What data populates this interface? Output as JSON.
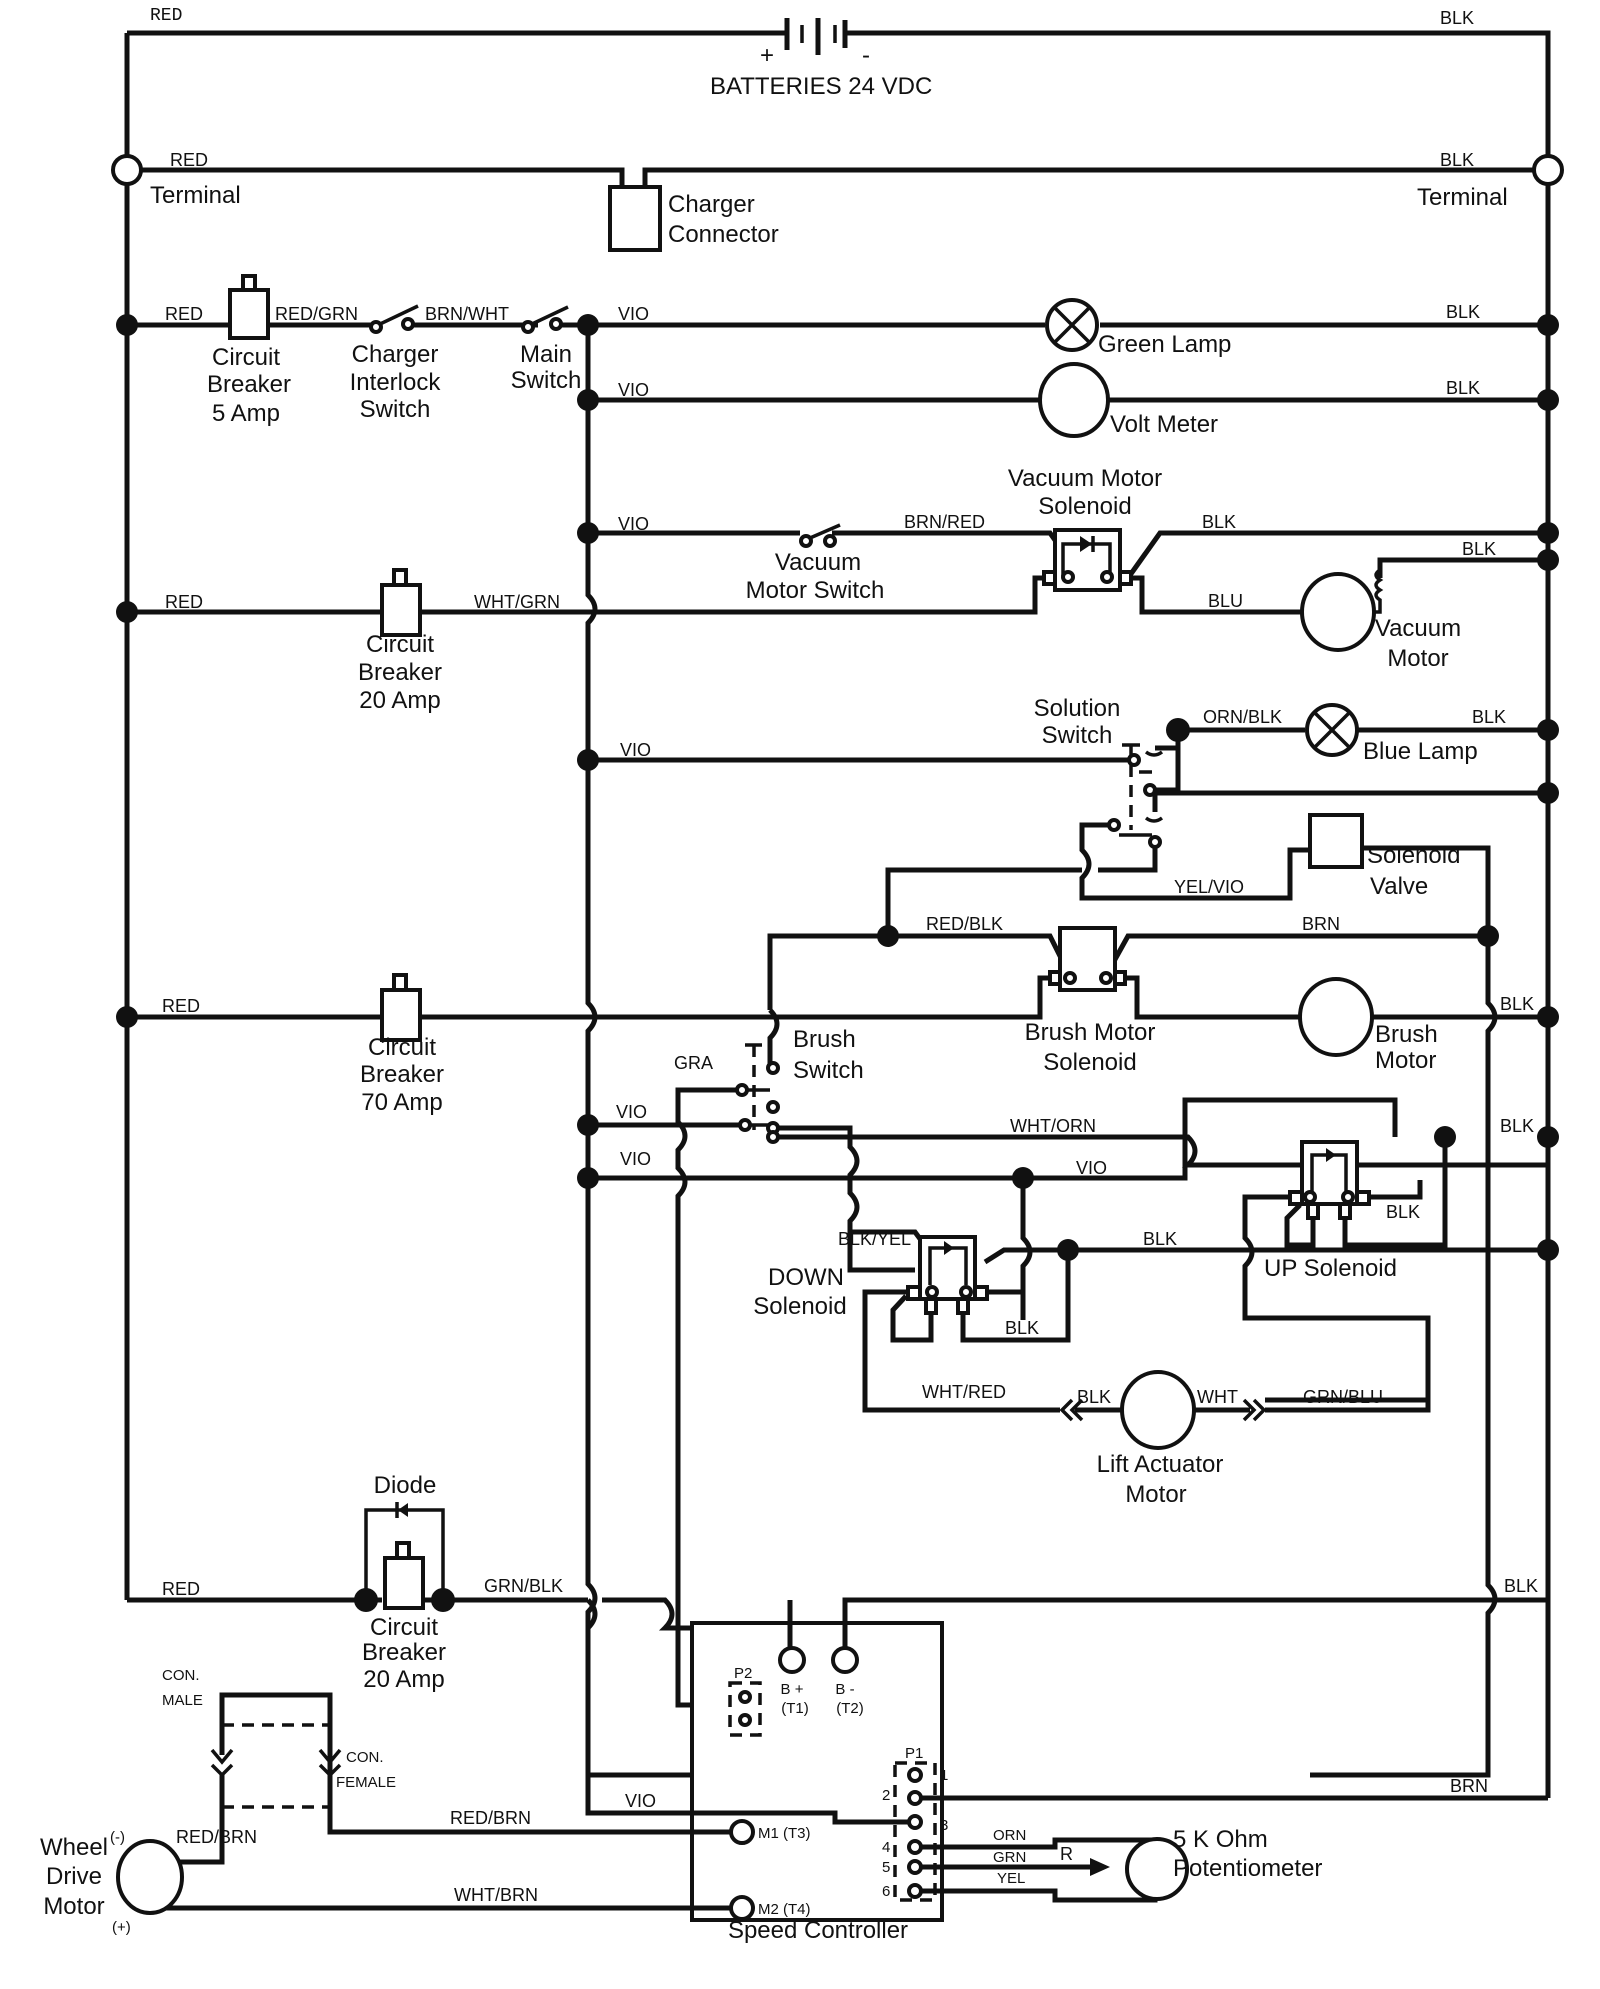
{
  "diagram": {
    "title": "Wiring Schematic",
    "battery": {
      "label": "BATTERIES 24 VDC",
      "plus": "+",
      "minus": "-"
    },
    "terminals": {
      "left": "Terminal",
      "right": "Terminal"
    },
    "charger_connector": [
      "Charger",
      "Connector"
    ],
    "components": {
      "cb5": [
        "Circuit",
        "Breaker",
        "5 Amp"
      ],
      "charger_interlock": [
        "Charger",
        "Interlock",
        "Switch"
      ],
      "main_switch": [
        "Main",
        "Switch"
      ],
      "green_lamp": "Green Lamp",
      "volt_meter": "Volt Meter",
      "vac_solenoid": [
        "Vacuum Motor",
        "Solenoid"
      ],
      "vac_switch": [
        "Vacuum",
        "Motor Switch"
      ],
      "vac_motor": [
        "Vacuum",
        "Motor"
      ],
      "cb20a": [
        "Circuit",
        "Breaker",
        "20 Amp"
      ],
      "solution_switch": [
        "Solution",
        "Switch"
      ],
      "blue_lamp": "Blue Lamp",
      "solenoid_valve": [
        "Solenoid",
        "Valve"
      ],
      "brush_solenoid": [
        "Brush Motor",
        "Solenoid"
      ],
      "brush_motor": [
        "Brush",
        "Motor"
      ],
      "cb70": [
        "Circuit",
        "Breaker",
        "70 Amp"
      ],
      "brush_switch": [
        "Brush",
        "Switch"
      ],
      "down_solenoid": [
        "DOWN",
        "Solenoid"
      ],
      "up_solenoid": "UP Solenoid",
      "lift_motor": [
        "Lift Actuator",
        "Motor"
      ],
      "diode": "Diode",
      "cb20b": [
        "Circuit",
        "Breaker",
        "20 Amp"
      ],
      "con_male": [
        "CON.",
        "MALE"
      ],
      "con_female": [
        "CON.",
        "FEMALE"
      ],
      "wheel_motor": [
        "Wheel",
        "Drive",
        "Motor"
      ],
      "wheel_minus": "(-)",
      "wheel_plus": "(+)",
      "speed_controller": "Speed Controller",
      "pot": [
        "5 K Ohm",
        "Potentiometer"
      ],
      "pot_r": "R"
    },
    "controller": {
      "p2": "P2",
      "p1": "P1",
      "b_plus": [
        "B +",
        "(T1)"
      ],
      "b_minus": [
        "B -",
        "(T2)"
      ],
      "m1": "M1 (T3)",
      "m2": "M2 (T4)",
      "pins": [
        "1",
        "2",
        "3",
        "4",
        "5",
        "6"
      ]
    },
    "wires": {
      "top_red": "RED",
      "top_blk": "BLK",
      "term_red": "RED",
      "term_blk": "BLK",
      "r1_red": "RED",
      "r1_redgrn": "RED/GRN",
      "r1_brnwht": "BRN/WHT",
      "r1_vio": "VIO",
      "r1_blk": "BLK",
      "r2_vio": "VIO",
      "r2_blk": "BLK",
      "r3_vio": "VIO",
      "r3_brnred": "BRN/RED",
      "r3_blk": "BLK",
      "r3_blk2": "BLK",
      "r4_red": "RED",
      "r4_whtgrn": "WHT/GRN",
      "r4_blu": "BLU",
      "r5_vio": "VIO",
      "r5_ornblk": "ORN/BLK",
      "r5_blk": "BLK",
      "yelvio": "YEL/VIO",
      "redblk": "RED/BLK",
      "brn": "BRN",
      "r6_red": "RED",
      "r6_blk": "BLK",
      "gra": "GRA",
      "r7_vio": "VIO",
      "whtorn": "WHT/ORN",
      "r7_blk": "BLK",
      "r8_vio": "VIO",
      "r8_vio2": "VIO",
      "up_blk": "BLK",
      "blkyel": "BLK/YEL",
      "r9_blk": "BLK",
      "down_blk": "BLK",
      "whtred": "WHT/RED",
      "lift_blk": "BLK",
      "lift_wht": "WHT",
      "grnblu": "GRN/BLU",
      "r10_red": "RED",
      "grnblk": "GRN/BLK",
      "r10_blk": "BLK",
      "ctl_vio": "VIO",
      "ctl_brn": "BRN",
      "redbrn": "RED/BRN",
      "redbrn2": "RED/BRN",
      "whtbrn": "WHT/BRN",
      "orn": "ORN",
      "grn": "GRN",
      "yel": "YEL"
    }
  }
}
